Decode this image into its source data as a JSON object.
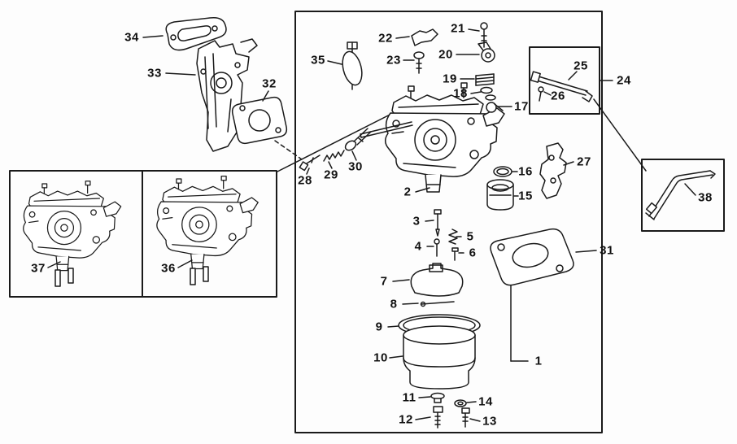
{
  "diagram": {
    "ink_color": "#1a1a1a",
    "background_color": "#fdfdfd",
    "part_labels": [
      {
        "num": "1"
      },
      {
        "num": "2"
      },
      {
        "num": "3"
      },
      {
        "num": "4"
      },
      {
        "num": "5"
      },
      {
        "num": "6"
      },
      {
        "num": "7"
      },
      {
        "num": "8"
      },
      {
        "num": "9"
      },
      {
        "num": "10"
      },
      {
        "num": "11"
      },
      {
        "num": "12"
      },
      {
        "num": "13"
      },
      {
        "num": "14"
      },
      {
        "num": "15"
      },
      {
        "num": "16"
      },
      {
        "num": "17"
      },
      {
        "num": "18"
      },
      {
        "num": "19"
      },
      {
        "num": "20"
      },
      {
        "num": "21"
      },
      {
        "num": "22"
      },
      {
        "num": "23"
      },
      {
        "num": "24"
      },
      {
        "num": "25"
      },
      {
        "num": "26"
      },
      {
        "num": "27"
      },
      {
        "num": "28"
      },
      {
        "num": "29"
      },
      {
        "num": "30"
      },
      {
        "num": "31"
      },
      {
        "num": "32"
      },
      {
        "num": "33"
      },
      {
        "num": "34"
      },
      {
        "num": "35"
      },
      {
        "num": "36"
      },
      {
        "num": "37"
      },
      {
        "num": "38"
      }
    ]
  }
}
